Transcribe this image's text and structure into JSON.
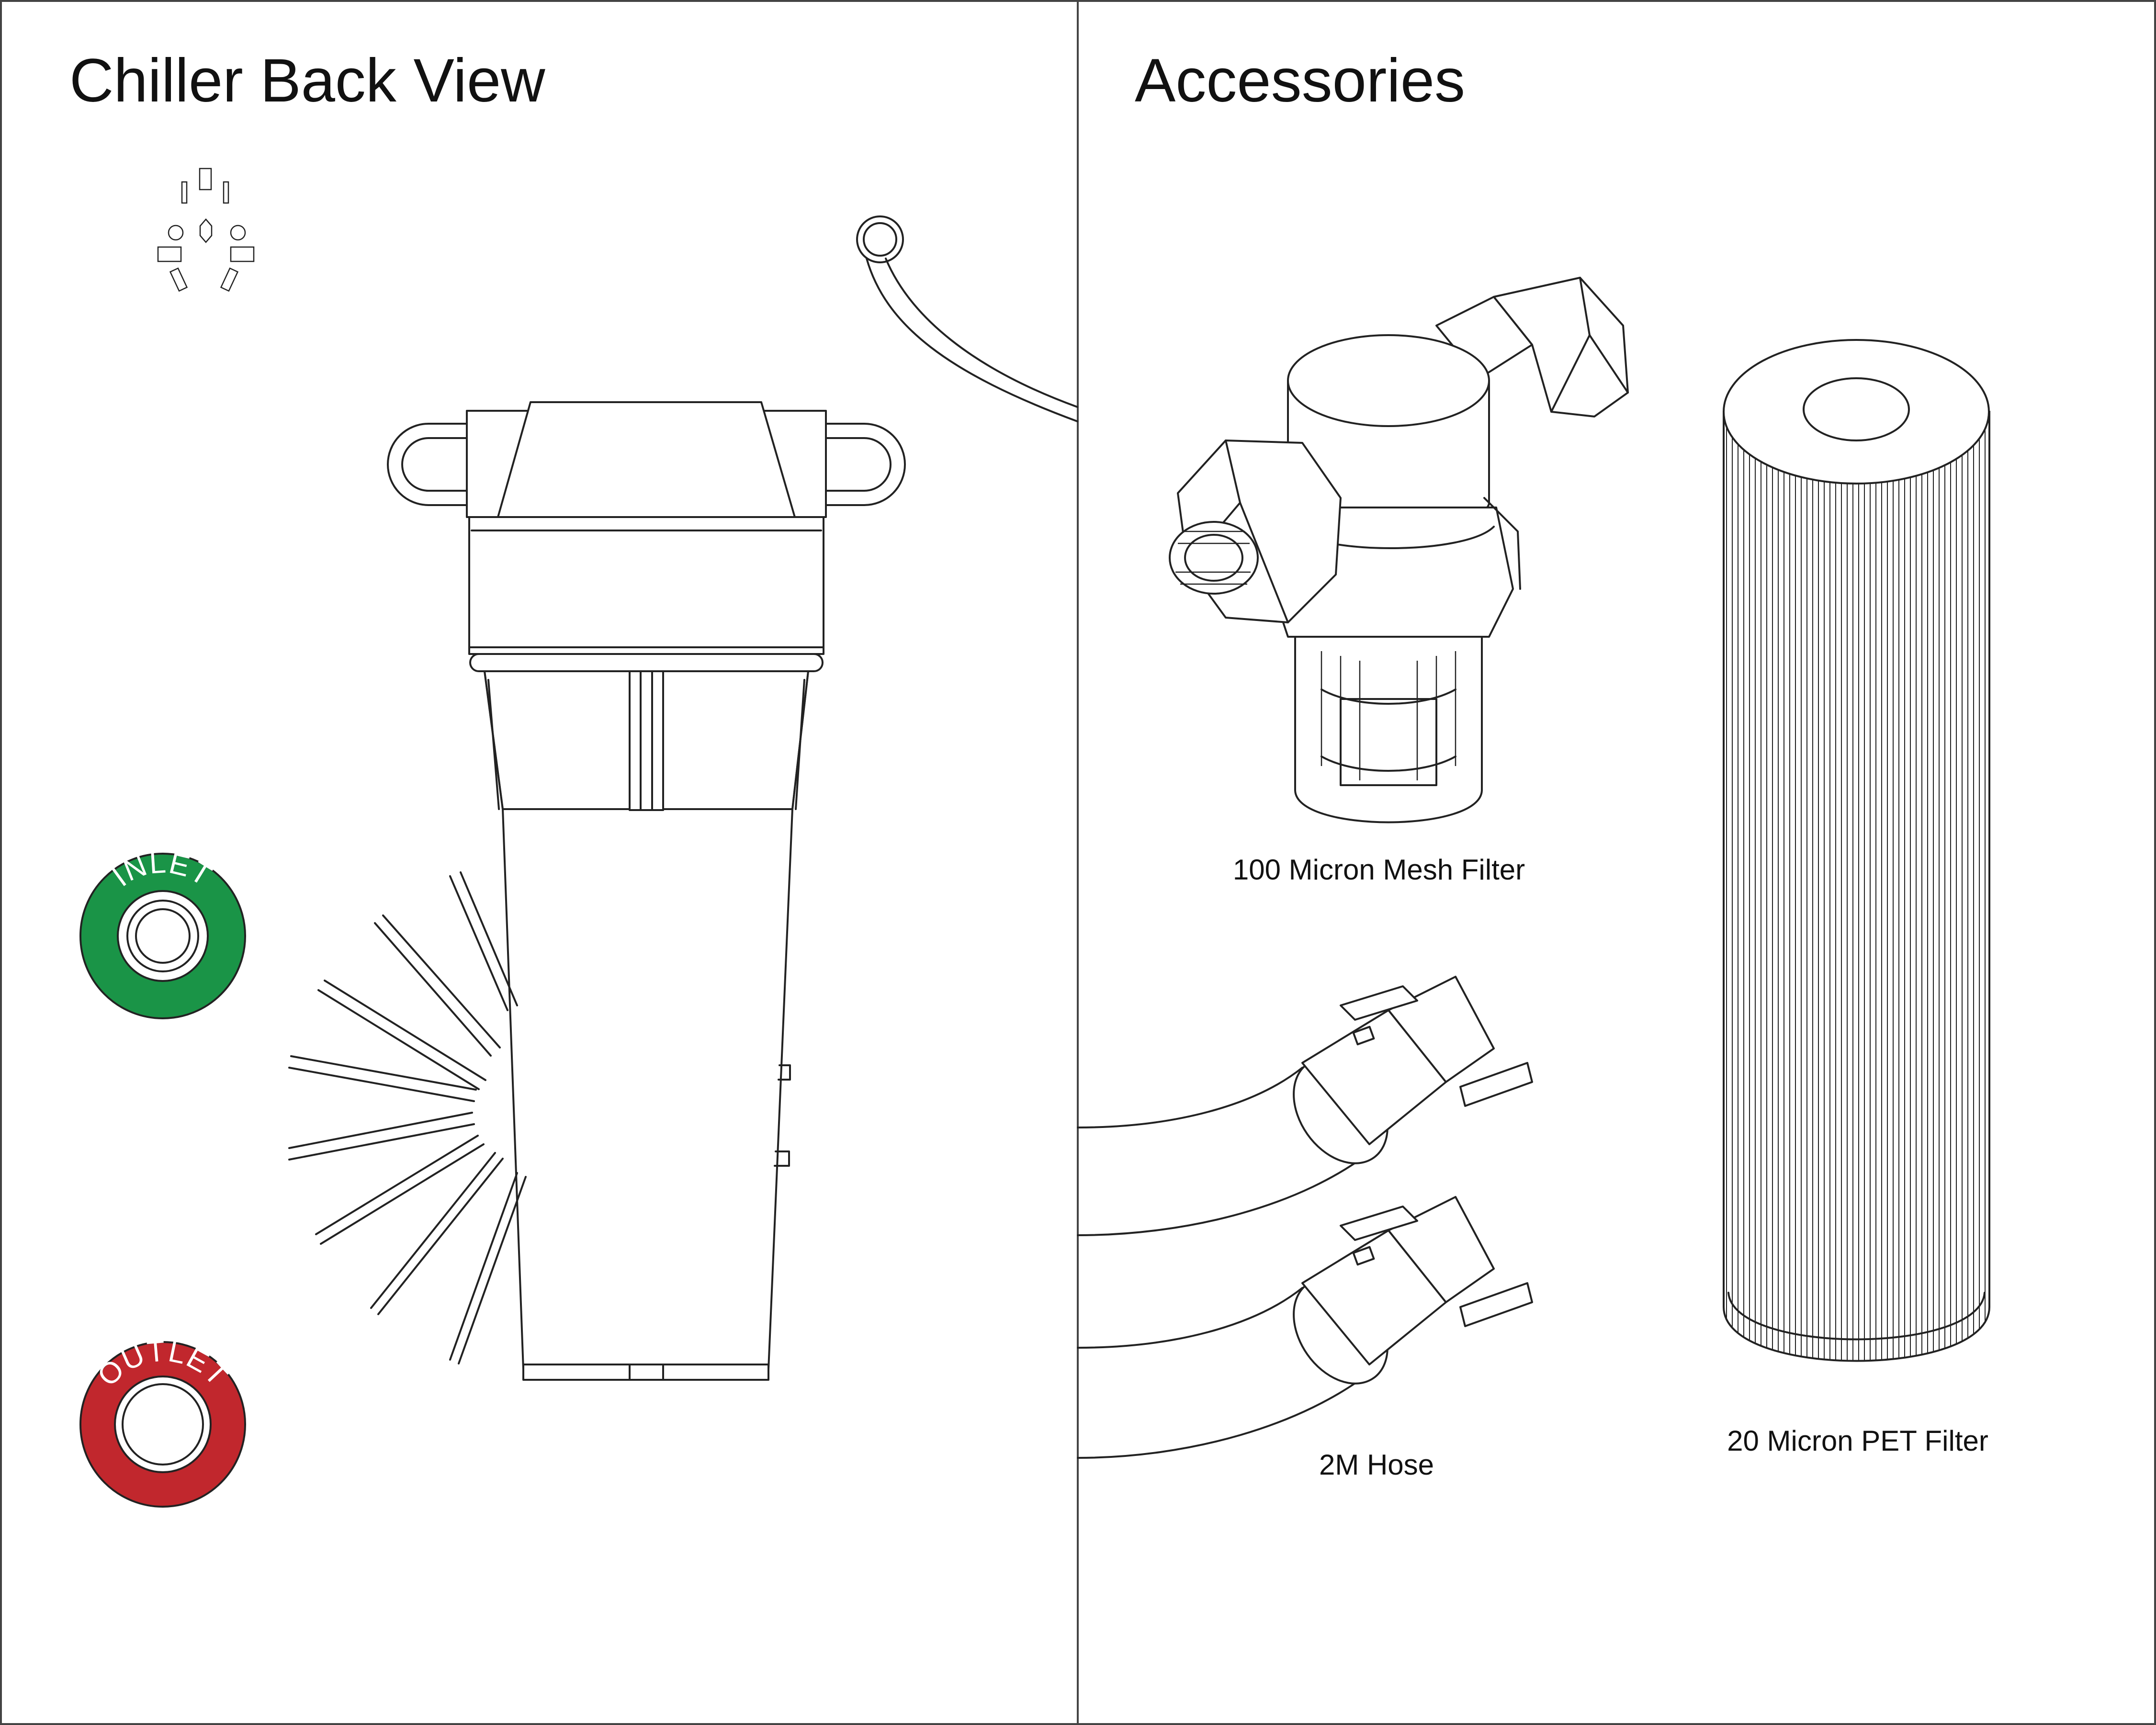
{
  "left_panel": {
    "title": "Chiller Back View",
    "inlet_label": "INLET",
    "outlet_label": "OUTLET"
  },
  "right_panel": {
    "title": "Accessories",
    "items": [
      {
        "label": "100 Micron Mesh Filter"
      },
      {
        "label": "2M Hose"
      },
      {
        "label": "20 Micron PET Filter"
      }
    ]
  },
  "colors": {
    "inlet": "#1a9447",
    "outlet": "#c1272d",
    "line": "#222222"
  }
}
